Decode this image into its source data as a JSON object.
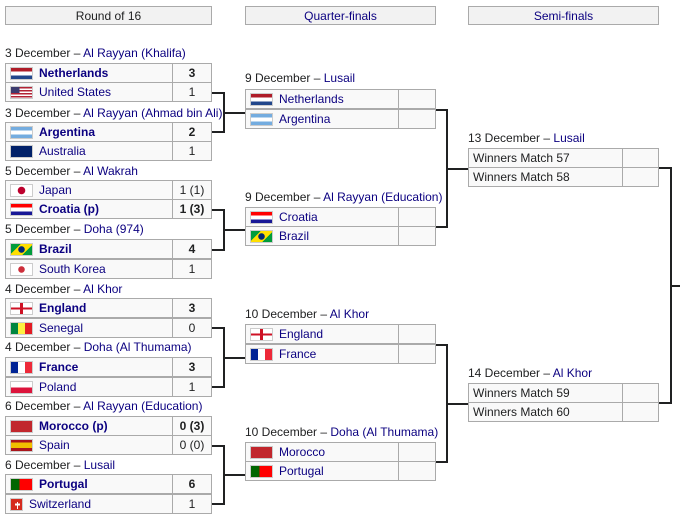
{
  "headers": [
    "Round of 16",
    "Quarter-finals",
    "Semi-finals"
  ],
  "round_of_16": [
    {
      "date": "3 December",
      "venue": "Al Rayyan (Khalifa)",
      "teams": [
        {
          "name": "Netherlands",
          "flag": "nl",
          "score": "3",
          "winner": true
        },
        {
          "name": "United States",
          "flag": "us",
          "score": "1",
          "winner": false
        }
      ]
    },
    {
      "date": "3 December",
      "venue": "Al Rayyan (Ahmad bin Ali)",
      "teams": [
        {
          "name": "Argentina",
          "flag": "ar",
          "score": "2",
          "winner": true
        },
        {
          "name": "Australia",
          "flag": "au",
          "score": "1",
          "winner": false
        }
      ]
    },
    {
      "date": "5 December",
      "venue": "Al Wakrah",
      "teams": [
        {
          "name": "Japan",
          "flag": "jp",
          "score": "1 (1)",
          "winner": false
        },
        {
          "name": "Croatia (p)",
          "flag": "hr",
          "score": "1 (3)",
          "winner": true
        }
      ]
    },
    {
      "date": "5 December",
      "venue": "Doha (974)",
      "teams": [
        {
          "name": "Brazil",
          "flag": "br",
          "score": "4",
          "winner": true
        },
        {
          "name": "South Korea",
          "flag": "kr",
          "score": "1",
          "winner": false
        }
      ]
    },
    {
      "date": "4 December",
      "venue": "Al Khor",
      "teams": [
        {
          "name": "England",
          "flag": "en",
          "score": "3",
          "winner": true
        },
        {
          "name": "Senegal",
          "flag": "sn",
          "score": "0",
          "winner": false
        }
      ]
    },
    {
      "date": "4 December",
      "venue": "Doha (Al Thumama)",
      "teams": [
        {
          "name": "France",
          "flag": "fr",
          "score": "3",
          "winner": true
        },
        {
          "name": "Poland",
          "flag": "pl",
          "score": "1",
          "winner": false
        }
      ]
    },
    {
      "date": "6 December",
      "venue": "Al Rayyan (Education)",
      "teams": [
        {
          "name": "Morocco (p)",
          "flag": "ma",
          "score": "0 (3)",
          "winner": true
        },
        {
          "name": "Spain",
          "flag": "es",
          "score": "0 (0)",
          "winner": false
        }
      ]
    },
    {
      "date": "6 December",
      "venue": "Lusail",
      "teams": [
        {
          "name": "Portugal",
          "flag": "pt",
          "score": "6",
          "winner": true
        },
        {
          "name": "Switzerland",
          "flag": "ch",
          "score": "1",
          "winner": false
        }
      ]
    }
  ],
  "quarter_finals": [
    {
      "date": "9 December",
      "venue": "Lusail",
      "teams": [
        {
          "name": "Netherlands",
          "flag": "nl",
          "score": ""
        },
        {
          "name": "Argentina",
          "flag": "ar",
          "score": ""
        }
      ]
    },
    {
      "date": "9 December",
      "venue": "Al Rayyan (Education)",
      "teams": [
        {
          "name": "Croatia",
          "flag": "hr",
          "score": ""
        },
        {
          "name": "Brazil",
          "flag": "br",
          "score": ""
        }
      ]
    },
    {
      "date": "10 December",
      "venue": "Al Khor",
      "teams": [
        {
          "name": "England",
          "flag": "en",
          "score": ""
        },
        {
          "name": "France",
          "flag": "fr",
          "score": ""
        }
      ]
    },
    {
      "date": "10 December",
      "venue": "Doha (Al Thumama)",
      "teams": [
        {
          "name": "Morocco",
          "flag": "ma",
          "score": ""
        },
        {
          "name": "Portugal",
          "flag": "pt",
          "score": ""
        }
      ]
    }
  ],
  "semi_finals": [
    {
      "date": "13 December",
      "venue": "Lusail",
      "teams": [
        {
          "name": "Winners Match 57",
          "score": ""
        },
        {
          "name": "Winners Match 58",
          "score": ""
        }
      ]
    },
    {
      "date": "14 December",
      "venue": "Al Khor",
      "teams": [
        {
          "name": "Winners Match 59",
          "score": ""
        },
        {
          "name": "Winners Match 60",
          "score": ""
        }
      ]
    }
  ],
  "separator": " – "
}
